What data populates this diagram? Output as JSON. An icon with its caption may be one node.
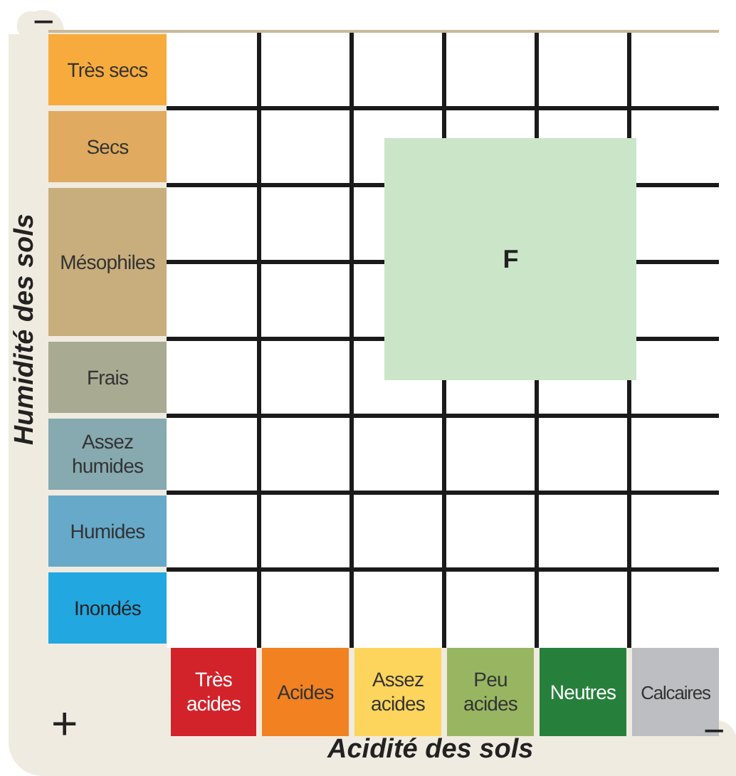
{
  "diagram": {
    "nodes": [
      {
        "text": [
          "Très secs"
        ]
      },
      {
        "text": [
          "Secs"
        ]
      },
      {
        "text": [
          "Mésophiles"
        ]
      },
      {
        "text": [
          "Frais"
        ]
      },
      {
        "text": [
          "Assez humides"
        ]
      },
      {
        "text": [
          "Humides"
        ]
      },
      {
        "text": [
          "Inondés"
        ]
      },
      {
        "text": [
          "Très acides"
        ]
      },
      {
        "text": [
          "Acides"
        ]
      },
      {
        "text": [
          "Assez acides"
        ]
      },
      {
        "text": [
          "Peu acides"
        ]
      },
      {
        "text": [
          "Neutres"
        ]
      },
      {
        "text": [
          "Calcaires"
        ]
      },
      {
        "text": [
          "F"
        ]
      }
    ],
    "edges": [],
    "labels": [
      "−",
      "Humidité des sols",
      "+",
      "Acidité des sols",
      "−"
    ]
  }
}
